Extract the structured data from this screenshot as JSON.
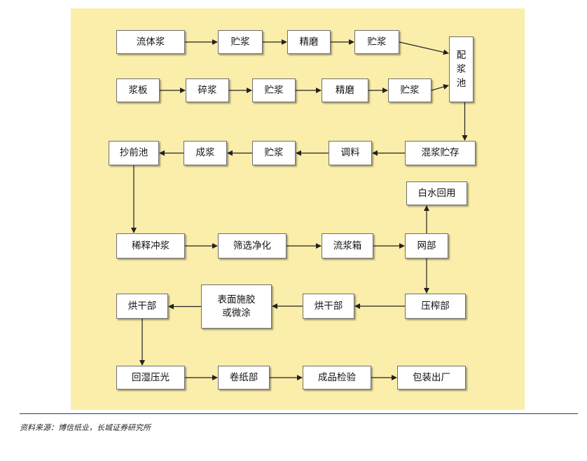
{
  "diagram": {
    "nodes": [
      {
        "id": "n1",
        "label": "流体浆"
      },
      {
        "id": "n2",
        "label": "贮浆"
      },
      {
        "id": "n3",
        "label": "精磨"
      },
      {
        "id": "n4",
        "label": "贮浆"
      },
      {
        "id": "n5",
        "label": "配\n浆\n池"
      },
      {
        "id": "n6",
        "label": "浆板"
      },
      {
        "id": "n7",
        "label": "碎浆"
      },
      {
        "id": "n8",
        "label": "贮浆"
      },
      {
        "id": "n9",
        "label": "精磨"
      },
      {
        "id": "n10",
        "label": "贮浆"
      },
      {
        "id": "n11",
        "label": "混浆贮存"
      },
      {
        "id": "n12",
        "label": "调料"
      },
      {
        "id": "n13",
        "label": "贮浆"
      },
      {
        "id": "n14",
        "label": "成浆"
      },
      {
        "id": "n15",
        "label": "抄前池"
      },
      {
        "id": "n16",
        "label": "白水回用"
      },
      {
        "id": "n17",
        "label": "稀释冲浆"
      },
      {
        "id": "n18",
        "label": "筛选净化"
      },
      {
        "id": "n19",
        "label": "流浆箱"
      },
      {
        "id": "n20",
        "label": "网部"
      },
      {
        "id": "n21",
        "label": "压榨部"
      },
      {
        "id": "n22",
        "label": "烘干部"
      },
      {
        "id": "n23",
        "label": "表面施胶\n或微涂"
      },
      {
        "id": "n24",
        "label": "烘干部"
      },
      {
        "id": "n25",
        "label": "回湿压光"
      },
      {
        "id": "n26",
        "label": "卷纸部"
      },
      {
        "id": "n27",
        "label": "成品检验"
      },
      {
        "id": "n28",
        "label": "包装出厂"
      }
    ],
    "edges": [
      [
        "n1",
        "n2"
      ],
      [
        "n2",
        "n3"
      ],
      [
        "n3",
        "n4"
      ],
      [
        "n4",
        "n5"
      ],
      [
        "n6",
        "n7"
      ],
      [
        "n7",
        "n8"
      ],
      [
        "n8",
        "n9"
      ],
      [
        "n9",
        "n10"
      ],
      [
        "n10",
        "n5"
      ],
      [
        "n5",
        "n11"
      ],
      [
        "n11",
        "n12"
      ],
      [
        "n12",
        "n13"
      ],
      [
        "n13",
        "n14"
      ],
      [
        "n14",
        "n15"
      ],
      [
        "n15",
        "n17"
      ],
      [
        "n17",
        "n18"
      ],
      [
        "n18",
        "n19"
      ],
      [
        "n19",
        "n20"
      ],
      [
        "n20",
        "n16"
      ],
      [
        "n20",
        "n21"
      ],
      [
        "n21",
        "n22"
      ],
      [
        "n22",
        "n23"
      ],
      [
        "n23",
        "n24"
      ],
      [
        "n24",
        "n25"
      ],
      [
        "n25",
        "n26"
      ],
      [
        "n26",
        "n27"
      ],
      [
        "n27",
        "n28"
      ]
    ]
  },
  "colors": {
    "background": "#fbeeaa",
    "box_border": "#6f6f6f",
    "arrow": "#222222",
    "rule": "#1f3d6e"
  },
  "footer": {
    "source": "资料来源：博信纸业，长城证券研究所"
  }
}
